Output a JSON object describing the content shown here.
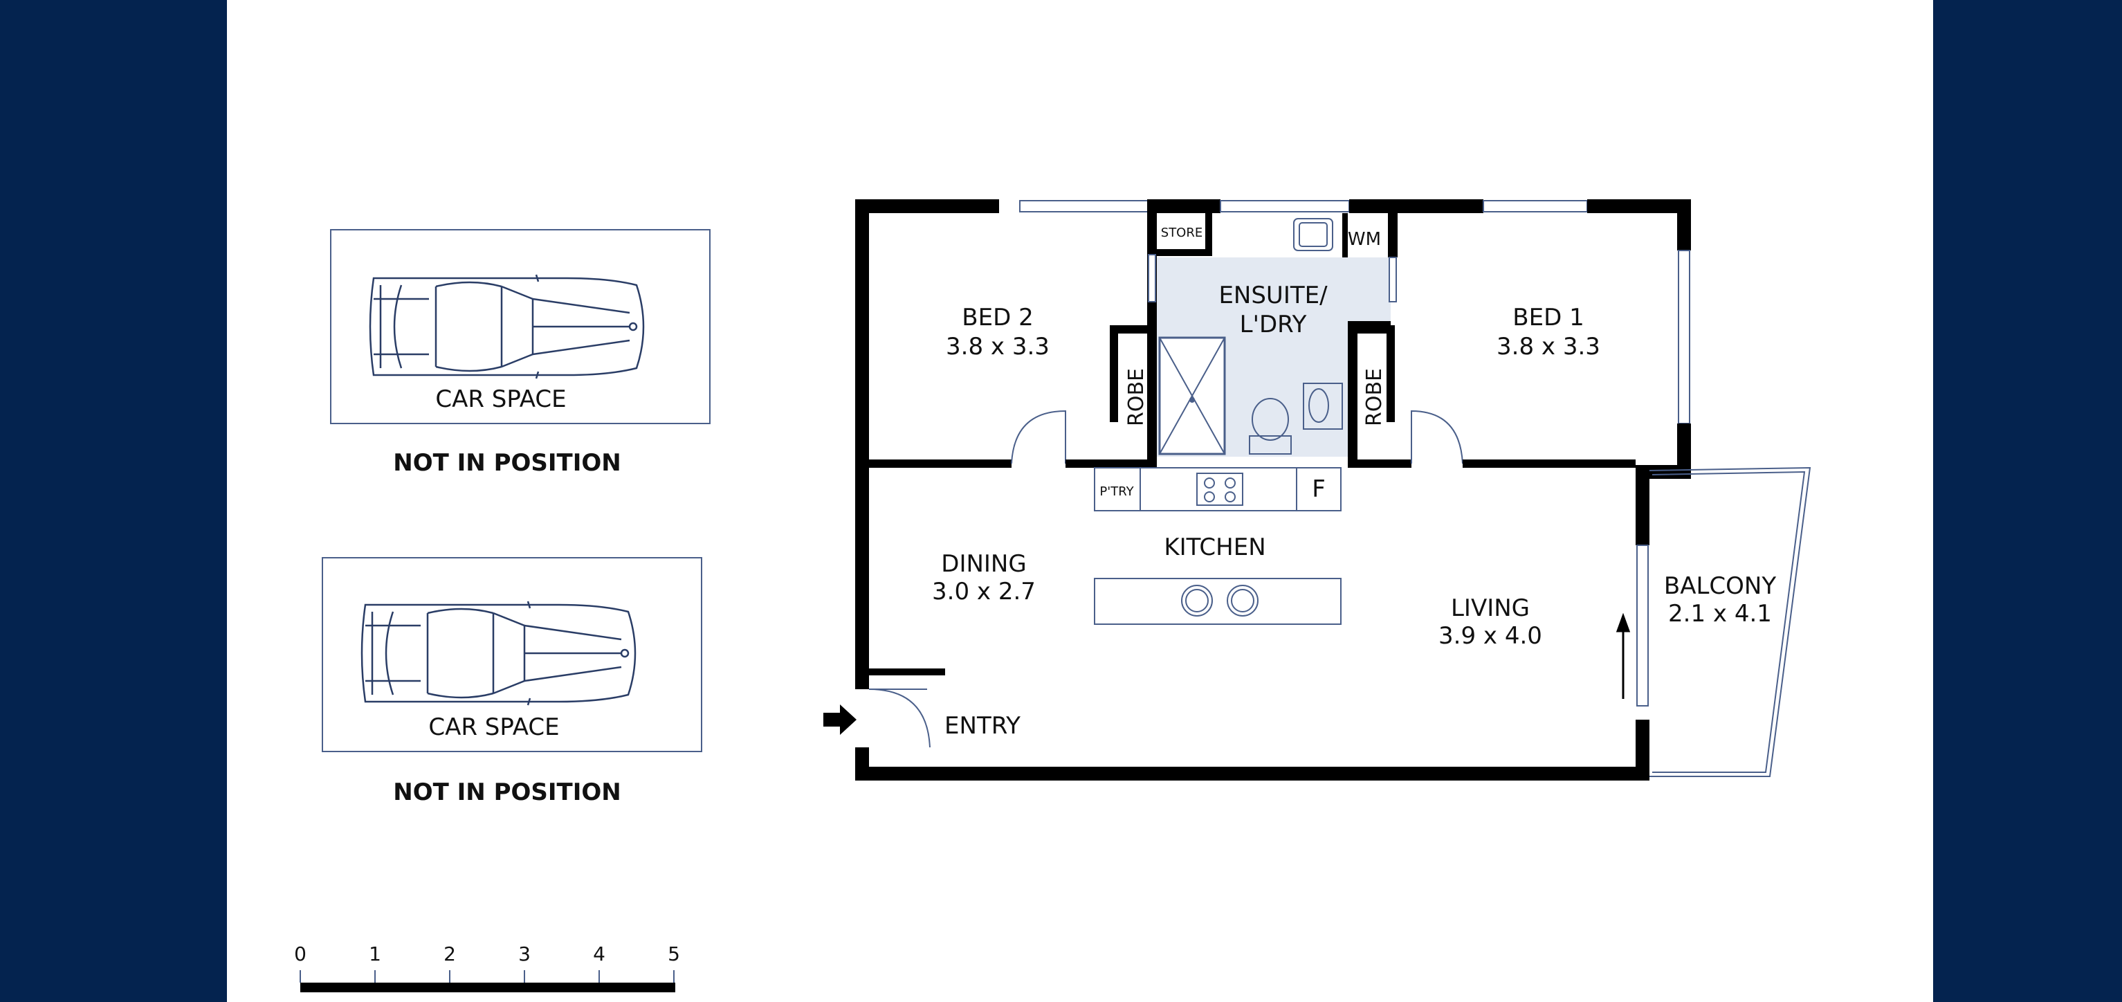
{
  "colors": {
    "frame": "#04234f",
    "paper": "#ffffff",
    "wall": "#000000",
    "line": "#4a5f8a",
    "tile": "#e3e9f2"
  },
  "car_spaces": [
    {
      "label": "CAR SPACE",
      "note": "NOT IN POSITION"
    },
    {
      "label": "CAR SPACE",
      "note": "NOT IN POSITION"
    }
  ],
  "rooms": {
    "bed2": {
      "name": "BED 2",
      "size": "3.8 x 3.3"
    },
    "bed1": {
      "name": "BED 1",
      "size": "3.8 x 3.3"
    },
    "ensuite_line1": "ENSUITE/",
    "ensuite_line2": "L'DRY",
    "store": "STORE",
    "wm": "WM",
    "robe_left": "ROBE",
    "robe_right": "ROBE",
    "pantry": "P'TRY",
    "fridge": "F",
    "kitchen": "KITCHEN",
    "dining": {
      "name": "DINING",
      "size": "3.0 x 2.7"
    },
    "living": {
      "name": "LIVING",
      "size": "3.9 x 4.0"
    },
    "balcony": {
      "name": "BALCONY",
      "size": "2.1 x 4.1"
    },
    "entry": "ENTRY"
  },
  "scale_bar": {
    "ticks": [
      "0",
      "1",
      "2",
      "3",
      "4",
      "5"
    ]
  }
}
